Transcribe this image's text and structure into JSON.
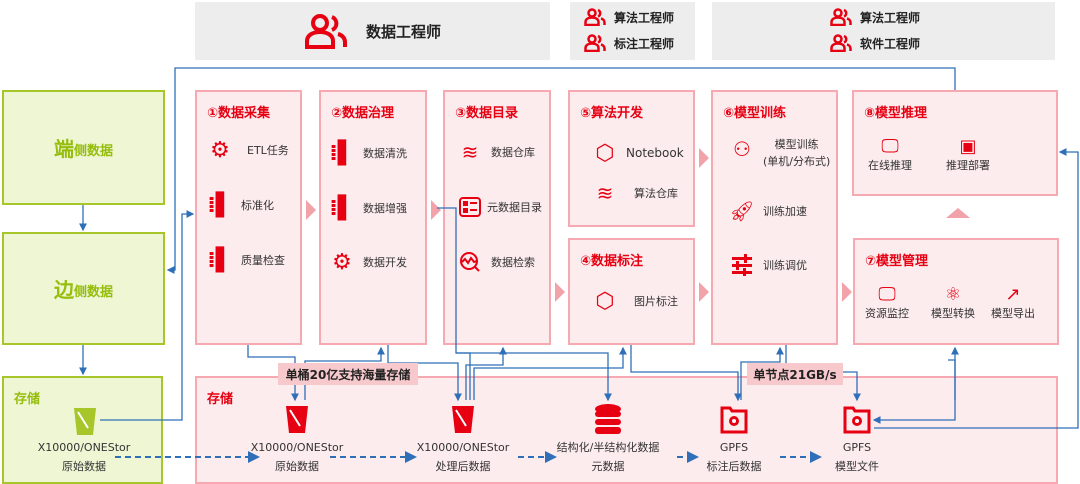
{
  "roles": {
    "data_engineer": "数据工程师",
    "group2": [
      "算法工程师",
      "标注工程师"
    ],
    "group3": [
      "算法工程师",
      "软件工程师"
    ]
  },
  "left": {
    "edge_device": {
      "big": "端",
      "small": "侧数据"
    },
    "edge_side": {
      "big": "边",
      "small": "侧数据"
    },
    "storage": {
      "title": "存储",
      "name": "X10000/ONEStor",
      "desc": "原始数据"
    }
  },
  "modules": {
    "m1": {
      "title": "①数据采集",
      "items": [
        "ETL任务",
        "标准化",
        "质量检查"
      ]
    },
    "m2": {
      "title": "②数据治理",
      "items": [
        "数据清洗",
        "数据增强",
        "数据开发"
      ]
    },
    "m3": {
      "title": "③数据目录",
      "items": [
        "数据仓库",
        "元数据目录",
        "数据检索"
      ]
    },
    "m5": {
      "title": "⑤算法开发",
      "items": [
        "Notebook",
        "算法仓库"
      ]
    },
    "m4": {
      "title": "④数据标注",
      "items": [
        "图片标注"
      ]
    },
    "m6": {
      "title": "⑥模型训练",
      "items": [
        "模型训练",
        "(单机/分布式)",
        "训练加速",
        "训练调优"
      ]
    },
    "m8": {
      "title": "⑧模型推理",
      "items": [
        "在线推理",
        "推理部署"
      ]
    },
    "m7": {
      "title": "⑦模型管理",
      "items": [
        "资源监控",
        "模型转换",
        "模型导出"
      ]
    }
  },
  "tags": {
    "bucket": "单桶20亿支持海量存储",
    "node": "单节点21GB/s"
  },
  "storage": {
    "title": "存储",
    "items": [
      {
        "name": "X10000/ONEStor",
        "desc": "原始数据"
      },
      {
        "name": "X10000/ONEStor",
        "desc": "处理后数据"
      },
      {
        "name": "结构化/半结构化数据",
        "desc": "元数据"
      },
      {
        "name": "GPFS",
        "desc": "标注后数据"
      },
      {
        "name": "GPFS",
        "desc": "模型文件"
      }
    ]
  },
  "colors": {
    "red": "#e60012",
    "green": "#a6c62a",
    "blue": "#2f6fb8",
    "pink": "#fdecee"
  }
}
